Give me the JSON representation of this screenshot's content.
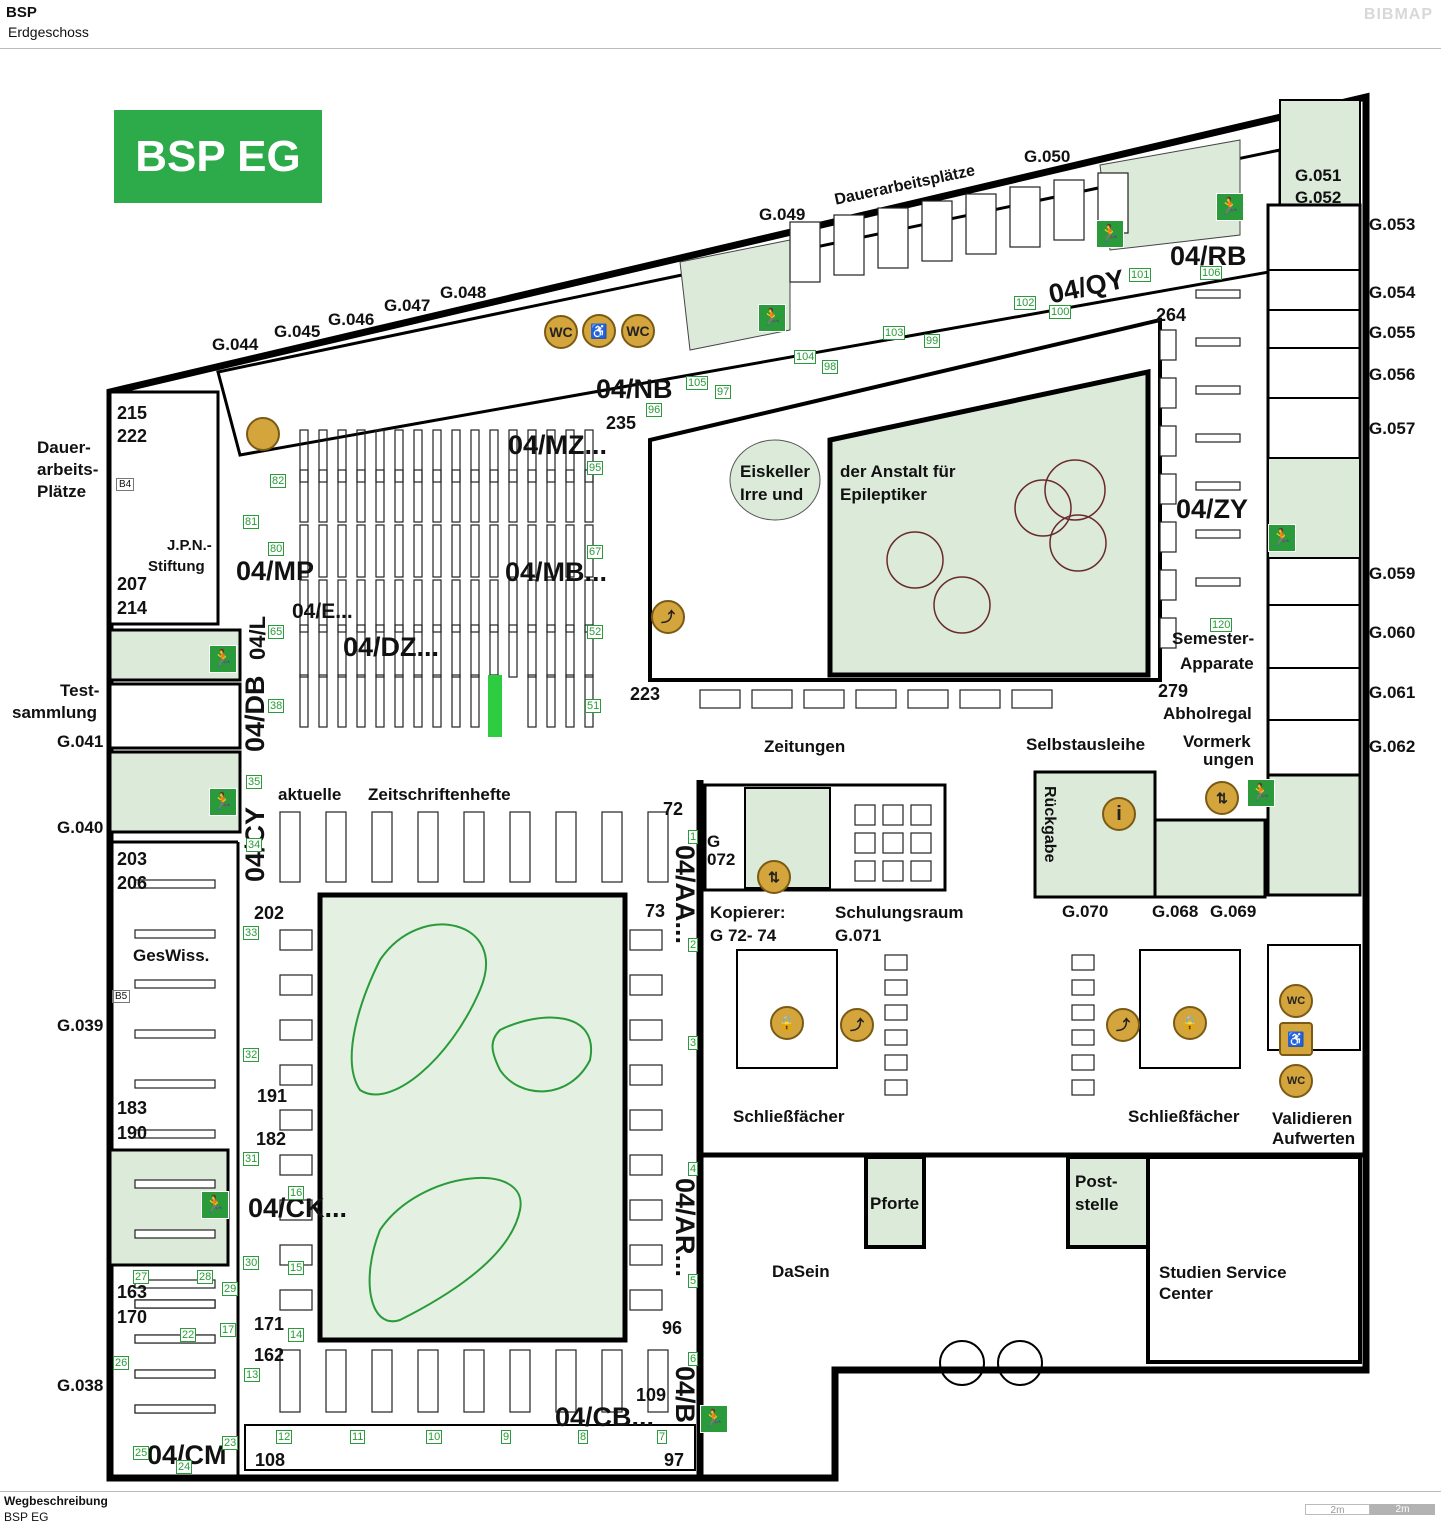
{
  "header": {
    "title": "BSP",
    "subtitle": "Erdgeschoss",
    "brand": "BIBMAP"
  },
  "footer": {
    "title": "Wegbeschreibung",
    "subtitle": "BSP EG",
    "scale": [
      "2m",
      "2m"
    ]
  },
  "colors": {
    "room_fill": "#dcebd9",
    "accent_green": "#2daa4a",
    "wall": "#000000",
    "icon_gold": "#d4a53c",
    "exit_green": "#2a9a3a"
  },
  "badge": "BSP EG",
  "rooms": {
    "g044": "G.044",
    "g045": "G.045",
    "g046": "G.046",
    "g047": "G.047",
    "g048": "G.048",
    "g049": "G.049",
    "g050": "G.050",
    "g051": "G.051",
    "g052": "G.052",
    "g053": "G.053",
    "g054": "G.054",
    "g055": "G.055",
    "g056": "G.056",
    "g057": "G.057",
    "g059": "G.059",
    "g060": "G.060",
    "g061": "G.061",
    "g062": "G.062",
    "g041": "G.041",
    "g040": "G.040",
    "g039": "G.039",
    "g038": "G.038",
    "g070": "G.070",
    "g068": "G.068",
    "g069": "G.069",
    "g072": "072",
    "g071": "G.071"
  },
  "labels": {
    "dauerarbeitsplaetze_top": "Dauerarbeitsplätze",
    "dauer1": "Dauer-",
    "dauer2": "arbeits-",
    "dauer3": "Plätze",
    "test1": "Test-",
    "test2": "sammlung",
    "jpn1": "J.P.N.-",
    "jpn2": "Stiftung",
    "eiskeller1": "Eiskeller",
    "eiskeller2": "Irre  und",
    "anstalt1": "der Anstalt für",
    "anstalt2": "Epileptiker",
    "semester1": "Semester-",
    "semester2": "Apparate",
    "abholregal": "Abholregal",
    "vormerk1": "Vormerk",
    "vormerk2": "ungen",
    "zeitungen": "Zeitungen",
    "selbstausleihe": "Selbstausleihe",
    "aktuelle": "aktuelle",
    "zeitschriftenhefte": "Zeitschriftenhefte",
    "kopierer1": "Kopierer:",
    "kopierer2": "G 72- 74",
    "kopierer_g": "G",
    "schulungsraum": "Schulungsraum",
    "rueckgabe": "Rückgabe",
    "schliess1": "Schließfächer",
    "schliess2": "Schließfächer",
    "validieren1": "Validieren",
    "validieren2": "Aufwerten",
    "geswiss": "GesWiss.",
    "pforte": "Pforte",
    "post1": "Post-",
    "post2": "stelle",
    "dasein": "DaSein",
    "studien1": "Studien Service",
    "studien2": "Center",
    "b4": "B4",
    "b5": "B5"
  },
  "shelf_codes": {
    "nb": "04/NB",
    "mz": "04/MZ...",
    "qy": "04/QY",
    "rb": "04/RB",
    "zy": "04/ZY",
    "mp": "04/MP",
    "mb": "04/MB...",
    "e": "04/E...",
    "dz": "04/DZ...",
    "l": "04/L",
    "db": "04/DB",
    "cy": "04/CY",
    "aa": "04/AA...",
    "ck": "04/CK...",
    "ar": "04/AR...",
    "cb": "04/CB...",
    "b": "04/B",
    "cm": "04/CM"
  },
  "range_numbers": {
    "r215": "215",
    "r222": "222",
    "r207": "207",
    "r214": "214",
    "r235": "235",
    "r264": "264",
    "r223": "223",
    "r279": "279",
    "r72": "72",
    "r73": "73",
    "r203": "203",
    "r206": "206",
    "r202": "202",
    "r191": "191",
    "r183": "183",
    "r190": "190",
    "r182": "182",
    "r163": "163",
    "r170": "170",
    "r171": "171",
    "r162": "162",
    "r96": "96",
    "r109": "109",
    "r108": "108",
    "r97": "97"
  },
  "shelf_markers": [
    "82",
    "81",
    "80",
    "65",
    "38",
    "35",
    "34",
    "33",
    "32",
    "31",
    "30",
    "29",
    "28",
    "27",
    "26",
    "25",
    "24",
    "23",
    "22",
    "17",
    "16",
    "15",
    "14",
    "13",
    "12",
    "11",
    "10",
    "9",
    "8",
    "7",
    "6",
    "5",
    "4",
    "3",
    "2",
    "1",
    "95",
    "67",
    "52",
    "51",
    "96",
    "97",
    "98",
    "99",
    "100",
    "101",
    "102",
    "103",
    "104",
    "105",
    "106",
    "120"
  ],
  "icons": {
    "wc": "WC",
    "accessible": "♿",
    "info": "i",
    "lock": "🔒",
    "elevator": "⇅",
    "stairs": "⤴",
    "exit": "🏃"
  }
}
